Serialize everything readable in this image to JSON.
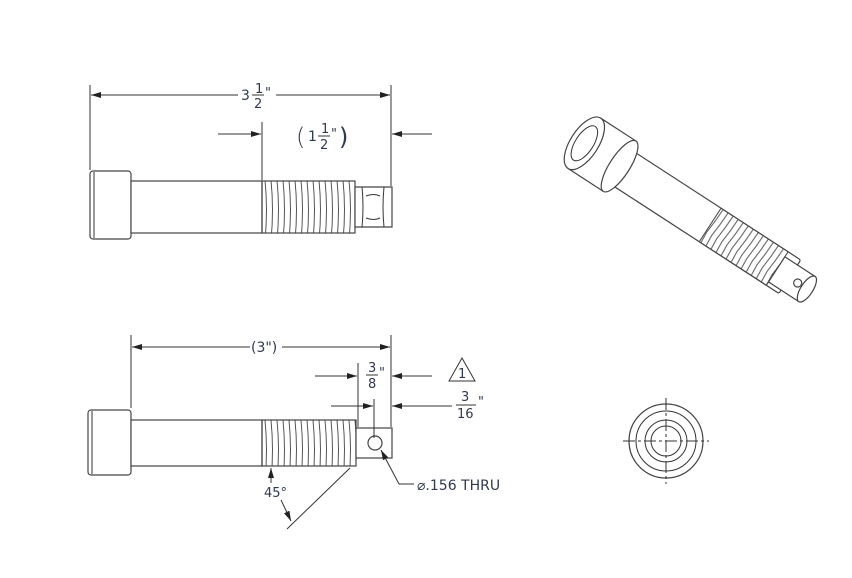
{
  "top_view": {
    "overall_length": {
      "whole": "3",
      "num": "1",
      "den": "2",
      "unit": "\""
    },
    "thread_length": {
      "whole": "1",
      "num": "1",
      "den": "2",
      "unit": "\"",
      "reference": true
    }
  },
  "bottom_view": {
    "shoulder_length": "(3\")",
    "hole_offset": {
      "num": "3",
      "den": "8",
      "unit": "\""
    },
    "hole_center": {
      "num": "3",
      "den": "16",
      "unit": "\""
    },
    "note_flag": "1",
    "chamfer_angle": "45°",
    "hole_callout": "⌀.156 THRU"
  },
  "colors": {
    "line": "#333333",
    "text": "#2f3a50"
  }
}
